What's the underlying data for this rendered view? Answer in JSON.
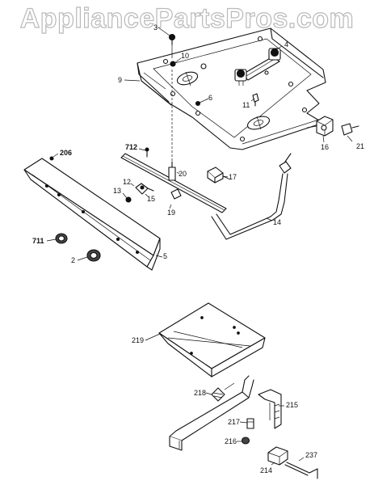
{
  "watermark": "AppliancePartsPros.com",
  "labels": {
    "p3": "3",
    "p4": "4",
    "p9": "9",
    "p10": "10",
    "p11": "11",
    "p6": "6",
    "p16": "16",
    "p21": "21",
    "p206": "206",
    "p712": "712",
    "p20": "20",
    "p17": "17",
    "p12": "12",
    "p13": "13",
    "p15": "15",
    "p19": "19",
    "p14": "14",
    "p711": "711",
    "p2": "2",
    "p5": "5",
    "p219": "219",
    "p218": "218",
    "p215": "215",
    "p217": "217",
    "p216": "216",
    "p214": "214",
    "p237": "237"
  }
}
